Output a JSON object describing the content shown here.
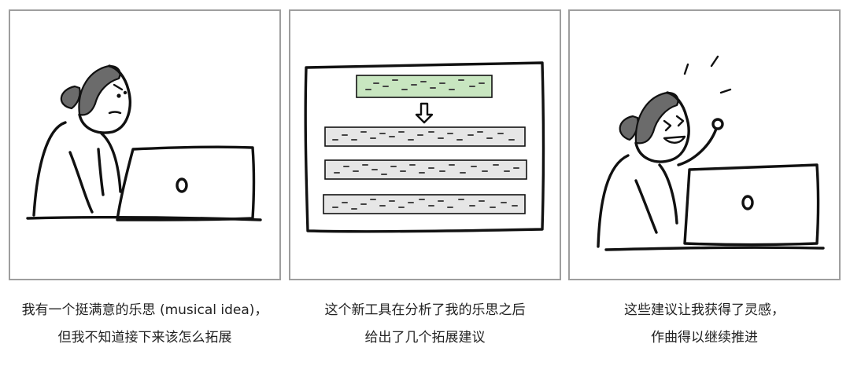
{
  "panels": [
    {
      "scene": "person-confused-at-laptop",
      "caption": [
        "我有一个挺满意的乐思 (musical idea)，",
        "但我不知道接下来该怎么拓展"
      ]
    },
    {
      "scene": "tool-expands-idea",
      "caption": [
        "这个新工具在分析了我的乐思之后",
        "给出了几个拓展建议"
      ],
      "colors": {
        "idea_bar": "#c8e6c0",
        "suggestion_bar": "#e6e6e6"
      },
      "suggestion_count": 3
    },
    {
      "scene": "person-happy-at-laptop",
      "caption": [
        "这些建议让我获得了灵感，",
        "作曲得以继续推进"
      ]
    }
  ],
  "colors": {
    "panel_border": "#9e9e9e",
    "ink": "#111111",
    "hair": "#6b6b6b"
  }
}
